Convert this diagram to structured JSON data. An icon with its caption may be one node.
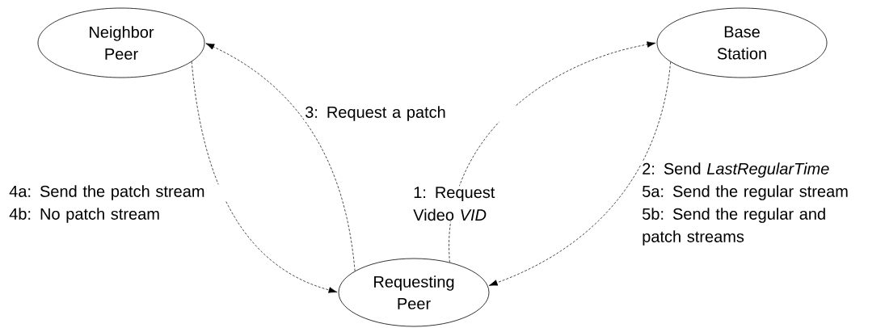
{
  "diagram": {
    "nodes": [
      {
        "text": [
          "Neighbor Peer"
        ]
      },
      {
        "text": [
          "Base Station"
        ]
      },
      {
        "text": [
          "Requesting Peer"
        ]
      }
    ],
    "edges": [
      {
        "from": 2,
        "to": 0,
        "arrow": "to",
        "style": "dashed",
        "label": "3: Request a patch"
      },
      {
        "from": 0,
        "to": 2,
        "arrow": "to",
        "style": "dashed",
        "label": "4a: Send the patch stream"
      },
      {
        "from": 2,
        "to": 1,
        "arrow": "to",
        "style": "dashed",
        "label": "1: Request Video *VID*"
      },
      {
        "from": 1,
        "to": 2,
        "arrow": "to",
        "style": "dashed",
        "label": "2: Send *LastRegularTime*"
      }
    ],
    "labels": [
      "4b: No patch stream",
      "5a: Send the regular stream",
      "5b: Send the regular and patch streams"
    ]
  }
}
